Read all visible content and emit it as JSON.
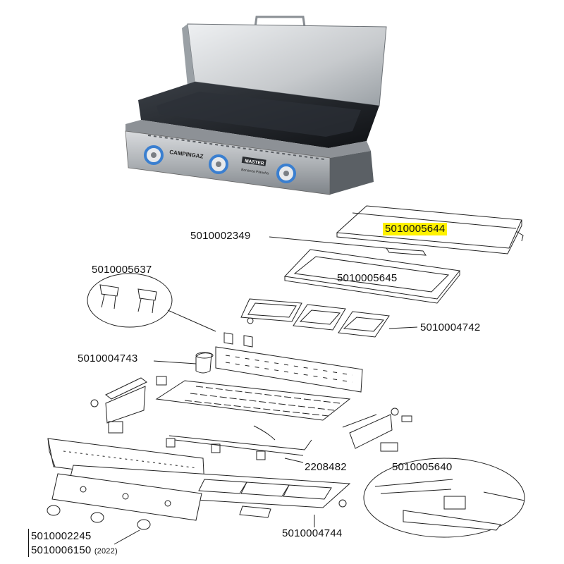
{
  "parts": {
    "lid": "5010005644",
    "grill_plate": "5010005645",
    "handle": "5010002349",
    "clips": "5010005637",
    "burners": "5010004742",
    "drip_cup": "5010004743",
    "gas_tube": "2208482",
    "ignition_kit": "5010005640",
    "foot": "5010004744",
    "knob": "5010002245",
    "knob_2022": "5010006150",
    "knob_2022_note": "(2022)"
  },
  "brand": {
    "logo": "CAMPINGAZ",
    "badge": "MASTER",
    "badge_sub": "Bonanza Plancha"
  },
  "colors": {
    "highlight": "#fff200",
    "knob_blue": "#3a7fd0",
    "steel": "#b9bcc0",
    "plate": "#1c1f24"
  }
}
